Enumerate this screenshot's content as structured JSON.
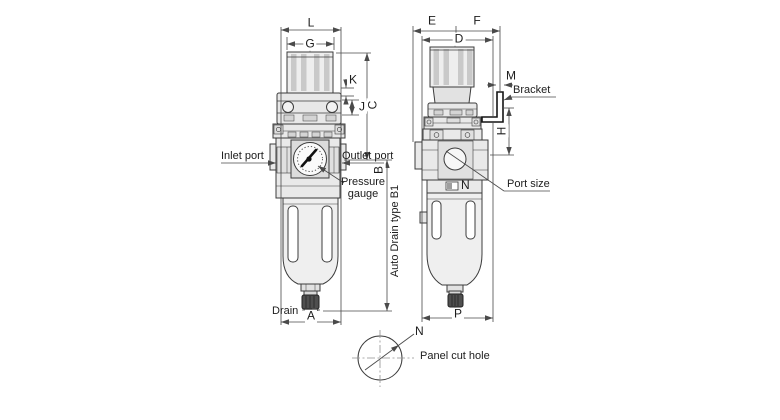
{
  "front_view": {
    "dims": {
      "L": "L",
      "G": "G",
      "K": "K",
      "J": "J",
      "C": "C",
      "B": "B",
      "A": "A"
    },
    "inlet": "Inlet port",
    "outlet": "Outlet port",
    "gauge": "Pressure gauge",
    "drain": "Drain",
    "auto_drain_note": "Auto Drain type B1"
  },
  "side_view": {
    "dims": {
      "E": "E",
      "F": "F",
      "D": "D",
      "M": "M",
      "H": "H",
      "N": "N",
      "P": "P"
    },
    "bracket": "Bracket",
    "port_size": "Port size"
  },
  "panel_cut": {
    "dim": "N",
    "label": "Panel cut hole"
  },
  "colors": {
    "line": "#3c3c3c",
    "dim_line": "#4a4a4a",
    "body_fill": "#e9e9e9",
    "rib_fill": "#c9c9c9",
    "mount_fill": "#dcdcdc",
    "slot_fill": "#ffffff",
    "drain_knob_fill": "#4f4f4f",
    "bracket_line": "#141414",
    "centerline": "#909090"
  }
}
